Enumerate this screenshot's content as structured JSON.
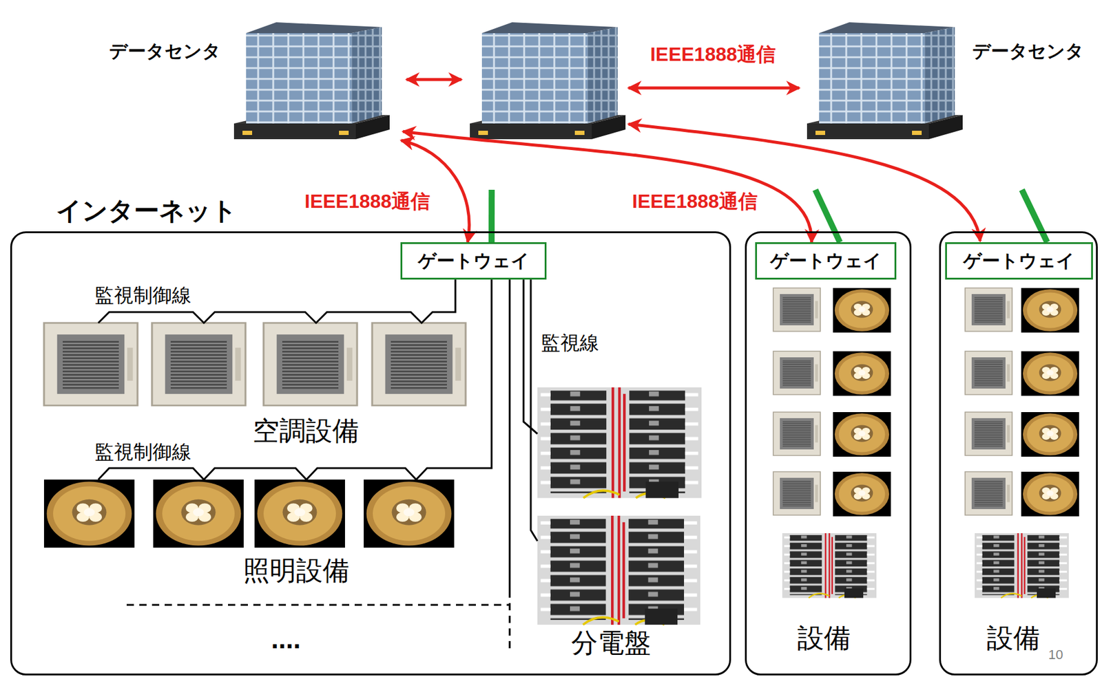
{
  "diagram": {
    "nodes": [
      {
        "text": [
          "インターネット"
        ]
      },
      {
        "text": [
          "データセンタ"
        ]
      },
      {
        "text": [
          "データセンタ"
        ]
      },
      {
        "text": [
          "空調設備",
          "照明設備",
          "分電盤",
          "...."
        ]
      },
      {
        "text": [
          "ゲートウェイ"
        ],
        "in": 3
      },
      {
        "text": [
          "設備"
        ]
      },
      {
        "text": [
          "ゲートウェイ"
        ],
        "in": 5
      },
      {
        "text": [
          "設備"
        ]
      },
      {
        "text": [
          "ゲートウェイ"
        ],
        "in": 7
      }
    ],
    "edges": [
      {
        "from": 4,
        "to": 1,
        "label": "IEEE1888通信",
        "arrow": "both"
      },
      {
        "from": 1,
        "to": 6,
        "label": "IEEE1888通信",
        "arrow": "both"
      },
      {
        "from": 4,
        "to": 0,
        "arrow": "none"
      },
      {
        "from": 6,
        "to": 0,
        "arrow": "none"
      },
      {
        "from": 8,
        "to": 0,
        "arrow": "none"
      }
    ],
    "labels": [
      "IEEE1888通信",
      "監視制御線",
      "監視制御線",
      "監視線",
      "10"
    ]
  }
}
